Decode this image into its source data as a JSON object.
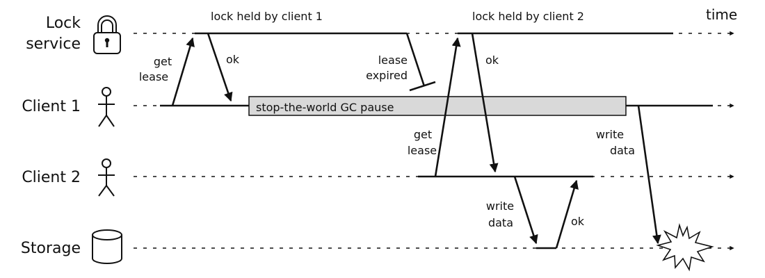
{
  "lanes": {
    "lock_service": [
      "Lock",
      "service"
    ],
    "client1": "Client 1",
    "client2": "Client 2",
    "storage": "Storage"
  },
  "time_label": "time",
  "lock_held_client1": "lock held by client 1",
  "lock_held_client2": "lock held by client 2",
  "messages": {
    "c1_get_lease": [
      "get",
      "lease"
    ],
    "c1_ok": "ok",
    "lease_expired": [
      "lease",
      "expired"
    ],
    "c2_get_lease": [
      "get",
      "lease"
    ],
    "c2_ok": "ok",
    "c2_write_data": [
      "write",
      "data"
    ],
    "storage_ok": "ok",
    "c1_write_data": [
      "write",
      "data"
    ]
  },
  "gc_pause_label": "stop-the-world GC pause",
  "colors": {
    "line": "#111111",
    "gc_fill": "#d9d9d9",
    "background": "#ffffff"
  },
  "icons": [
    "padlock-icon",
    "stick-figure-icon",
    "cylinder-icon",
    "explosion-icon"
  ]
}
